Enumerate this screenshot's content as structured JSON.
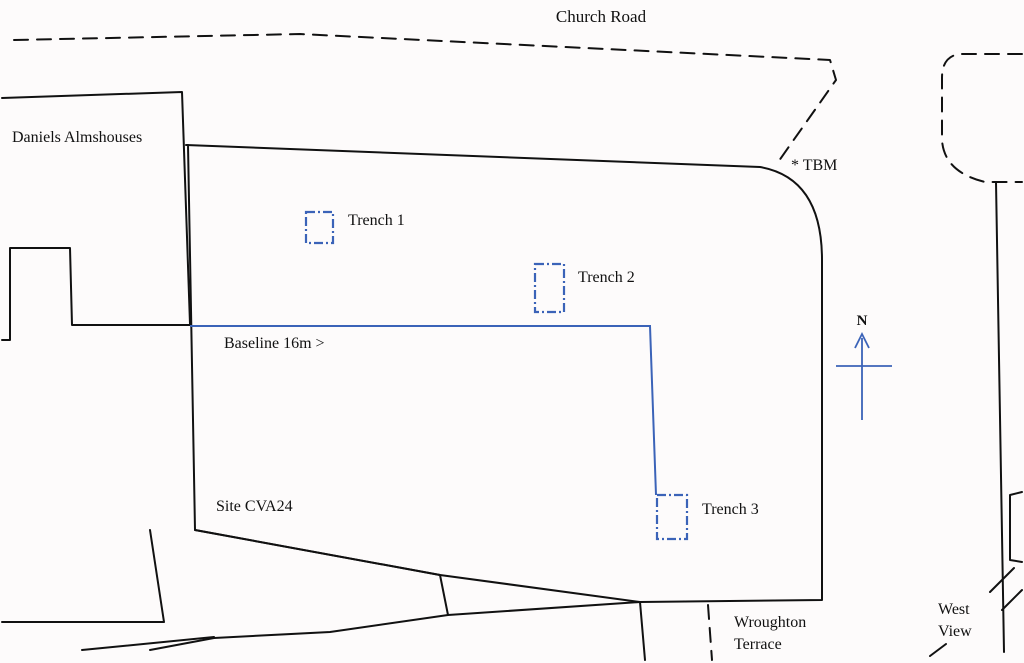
{
  "labels": {
    "road": "Church Road",
    "almshouses": "Daniels Almshouses",
    "tbm": "* TBM",
    "trench1": "Trench 1",
    "trench2": "Trench 2",
    "trench3": "Trench 3",
    "baseline": "Baseline 16m >",
    "site": "Site CVA24",
    "north": "N",
    "wroughton_1": "Wroughton",
    "wroughton_2": "Terrace",
    "westview_1": "West",
    "westview_2": "View"
  },
  "colors": {
    "ink": "#111111",
    "survey_blue": "#3b63b8",
    "paper": "#fdfbfb"
  }
}
